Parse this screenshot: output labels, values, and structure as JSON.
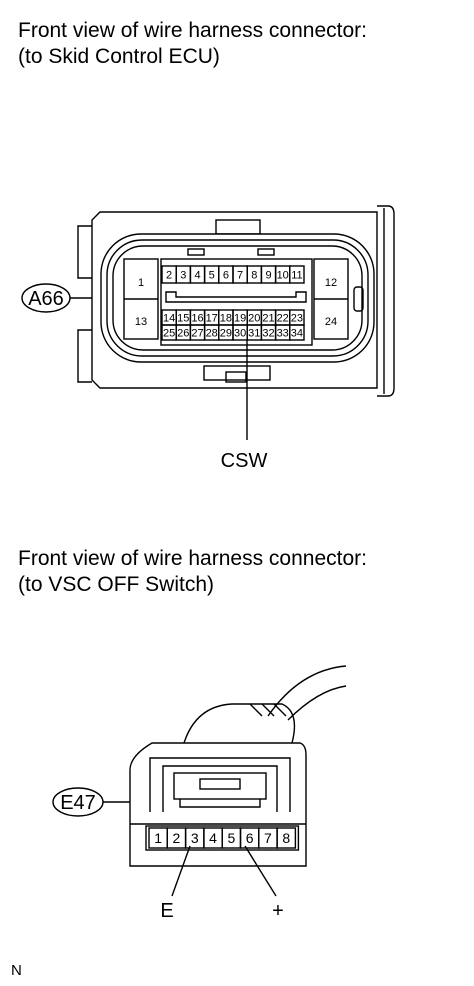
{
  "diagram1": {
    "caption_line1": "Front view of wire harness connector:",
    "caption_line2": "(to Skid Control ECU)",
    "connector_code": "A66",
    "big_pins": [
      "1",
      "12",
      "13",
      "24"
    ],
    "row1_pins": [
      "2",
      "3",
      "4",
      "5",
      "6",
      "7",
      "8",
      "9",
      "10",
      "11"
    ],
    "row2_pins": [
      "14",
      "15",
      "16",
      "17",
      "18",
      "19",
      "20",
      "21",
      "22",
      "23"
    ],
    "row3_pins": [
      "25",
      "26",
      "27",
      "28",
      "29",
      "30",
      "31",
      "32",
      "33",
      "34"
    ],
    "signal_label": "CSW"
  },
  "diagram2": {
    "caption_line1": "Front view of wire harness connector:",
    "caption_line2": "(to VSC OFF Switch)",
    "connector_code": "E47",
    "pins": [
      "1",
      "2",
      "3",
      "4",
      "5",
      "6",
      "7",
      "8"
    ],
    "label_left": "E",
    "label_right": "+"
  },
  "corner_mark": "N"
}
